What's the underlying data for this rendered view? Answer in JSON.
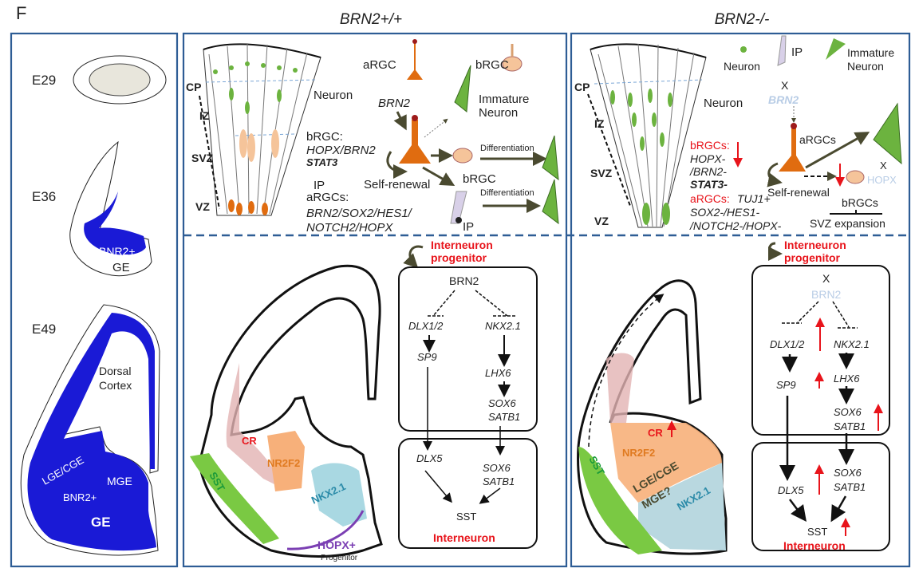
{
  "figure_label": "F",
  "titles": {
    "wildtype": "BRN2+/+",
    "knockout": "BRN2-/-"
  },
  "left_panel": {
    "e29": "E29",
    "e36": {
      "stage": "E36",
      "region": "BNR2+",
      "ge": "GE"
    },
    "e49": {
      "stage": "E49",
      "dorsal": "Dorsal",
      "cortex": "Cortex",
      "lge": "LGE/CGE",
      "mge": "MGE",
      "region": "BNR2+",
      "ge": "GE"
    },
    "colors": {
      "brn2_region": "#1a1ad6",
      "e29_core": "#e8e6dc"
    }
  },
  "wt_top": {
    "layers": {
      "cp": "CP",
      "iz": "IZ",
      "svz": "SVZ",
      "vz": "VZ"
    },
    "neuron": "Neuron",
    "argc_legend": "aRGC",
    "brgc_legend": "bRGC",
    "brn2": "BRN2",
    "immature": "Immature",
    "immature_neuron": "Neuron",
    "brgc_label": "bRGC:",
    "brgc_markers1": "HOPX/BRN2",
    "brgc_markers2": "STAT3",
    "ip": "IP",
    "self_renewal": "Self-renewal",
    "brgc": "bRGC",
    "diff1": "Differentiation",
    "diff2": "Differentiation",
    "argcs_label": "aRGCs:",
    "argcs_markers1": "BRN2/SOX2/HES1/",
    "argcs_markers2": "NOTCH2/HOPX",
    "ip_cell": "IP"
  },
  "ko_top": {
    "layers": {
      "cp": "CP",
      "iz": "IZ",
      "svz": "SVZ",
      "vz": "VZ"
    },
    "legend_neuron": "Neuron",
    "legend_ip": "IP",
    "legend_immature": "Immature",
    "legend_immature_neuron": "Neuron",
    "neuron": "Neuron",
    "brgcs_label": "bRGCs:",
    "brgcs_m1": "HOPX-",
    "brgcs_m2": "/BRN2-",
    "brgcs_m3": "STAT3-",
    "argcs_label": "aRGCs:",
    "argcs_m0": "TUJ1+",
    "argcs_m1": "SOX2-/HES1-",
    "argcs_m2": "/NOTCH2-/HOPX-",
    "brn2_faint": "BRN2",
    "x1": "X",
    "argcs": "aRGCs",
    "self_renewal": "Self-renewal",
    "hopx_faint": "HOPX",
    "x2": "X",
    "brgcs": "bRGCs",
    "svz_expansion": "SVZ expansion"
  },
  "wt_bottom": {
    "title1": "Interneuron",
    "title2": "progenitor",
    "brn2": "BRN2",
    "dlx12": "DLX1/2",
    "nkx21": "NKX2.1",
    "sp9": "SP9",
    "lhx6": "LHX6",
    "sox6a": "SOX6",
    "satb1a": "SATB1",
    "dlx5": "DLX5",
    "sox6b": "SOX6",
    "satb1b": "SATB1",
    "sst": "SST",
    "interneuron": "Interneuron",
    "brain": {
      "cr": "CR",
      "nr2f2": "NR2F2",
      "sst": "SST",
      "nkx21": "NKX2.1",
      "hopx": "HOPX+",
      "progenitor": "Progenitor"
    }
  },
  "ko_bottom": {
    "title1": "Interneuron",
    "title2": "progenitor",
    "brn2_faint": "BRN2",
    "x": "X",
    "dlx12": "DLX1/2",
    "nkx21": "NKX2.1",
    "sp9": "SP9",
    "lhx6": "LHX6",
    "sox6a": "SOX6",
    "satb1a": "SATB1",
    "dlx5": "DLX5",
    "sox6b": "SOX6",
    "satb1b": "SATB1",
    "sst": "SST",
    "interneuron": "Interneuron",
    "brain": {
      "cr": "CR",
      "nr2f2": "NR2F2",
      "lge": "LGE/CGE",
      "mge": "MGE?",
      "nkx21": "NKX2.1",
      "sst": "SST"
    }
  },
  "colors": {
    "panel_border": "#2e5d95",
    "red": "#e8141b",
    "argc": "#e06c10",
    "brgc": "#f5c49a",
    "neuron": "#6cb33f",
    "cr": "#e2b3b3",
    "nr2f2": "#f7b07a",
    "nkx21": "#a9d8e2",
    "hopx": "#b59bd0",
    "sst": "#7ac943"
  }
}
